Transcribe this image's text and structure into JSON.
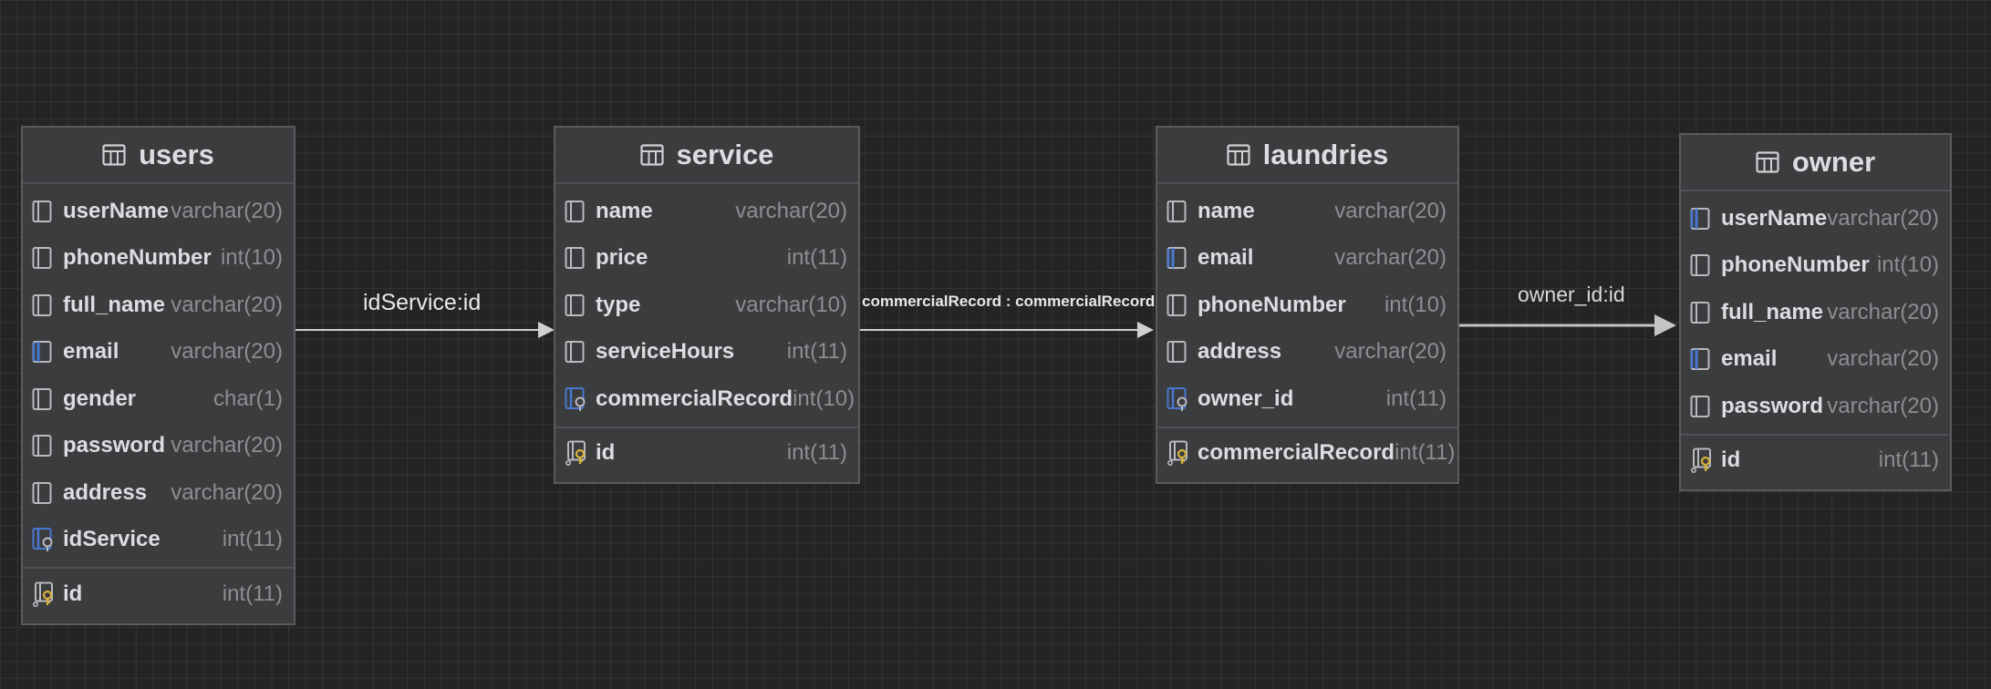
{
  "tables": [
    {
      "name": "users",
      "columns": [
        {
          "name": "userName",
          "type": "varchar(20)",
          "icon": "column-icon"
        },
        {
          "name": "phoneNumber",
          "type": "int(10)",
          "icon": "column-icon"
        },
        {
          "name": "full_name",
          "type": "varchar(20)",
          "icon": "column-icon"
        },
        {
          "name": "email",
          "type": "varchar(20)",
          "icon": "unique-column-icon"
        },
        {
          "name": "gender",
          "type": "char(1)",
          "icon": "column-icon"
        },
        {
          "name": "password",
          "type": "varchar(20)",
          "icon": "column-icon"
        },
        {
          "name": "address",
          "type": "varchar(20)",
          "icon": "column-icon"
        },
        {
          "name": "idService",
          "type": "int(11)",
          "icon": "foreign-key-column-icon"
        }
      ],
      "keys": [
        {
          "name": "id",
          "type": "int(11)",
          "icon": "primary-key-icon"
        }
      ]
    },
    {
      "name": "service",
      "columns": [
        {
          "name": "name",
          "type": "varchar(20)",
          "icon": "column-icon"
        },
        {
          "name": "price",
          "type": "int(11)",
          "icon": "column-icon"
        },
        {
          "name": "type",
          "type": "varchar(10)",
          "icon": "column-icon"
        },
        {
          "name": "serviceHours",
          "type": "int(11)",
          "icon": "column-icon"
        },
        {
          "name": "commercialRecord",
          "type": "int(10)",
          "icon": "foreign-key-column-icon"
        }
      ],
      "keys": [
        {
          "name": "id",
          "type": "int(11)",
          "icon": "primary-key-icon"
        }
      ]
    },
    {
      "name": "laundries",
      "columns": [
        {
          "name": "name",
          "type": "varchar(20)",
          "icon": "column-icon"
        },
        {
          "name": "email",
          "type": "varchar(20)",
          "icon": "unique-column-icon"
        },
        {
          "name": "phoneNumber",
          "type": "int(10)",
          "icon": "column-icon"
        },
        {
          "name": "address",
          "type": "varchar(20)",
          "icon": "column-icon"
        },
        {
          "name": "owner_id",
          "type": "int(11)",
          "icon": "foreign-key-column-icon"
        }
      ],
      "keys": [
        {
          "name": "commercialRecord",
          "type": "int(11)",
          "icon": "primary-key-icon"
        }
      ]
    },
    {
      "name": "owner",
      "columns": [
        {
          "name": "userName",
          "type": "varchar(20)",
          "icon": "unique-column-icon"
        },
        {
          "name": "phoneNumber",
          "type": "int(10)",
          "icon": "column-icon"
        },
        {
          "name": "full_name",
          "type": "varchar(20)",
          "icon": "column-icon"
        },
        {
          "name": "email",
          "type": "varchar(20)",
          "icon": "unique-column-icon"
        },
        {
          "name": "password",
          "type": "varchar(20)",
          "icon": "column-icon"
        }
      ],
      "keys": [
        {
          "name": "id",
          "type": "int(11)",
          "icon": "primary-key-icon"
        }
      ]
    }
  ],
  "relations": [
    {
      "label": "idService:id",
      "from": "users",
      "to": "service"
    },
    {
      "label": "commercialRecord : commercialRecord",
      "from": "service",
      "to": "laundries"
    },
    {
      "label": "owner_id:id",
      "from": "laundries",
      "to": "owner"
    }
  ],
  "colors": {
    "background": "#242424",
    "table_fill": "#3b3c3e",
    "table_border": "#5a5b5e",
    "field_name": "#dcdde0",
    "field_type": "#8d8e91",
    "unique_accent": "#4a78d0",
    "key_accent": "#d6b23a",
    "edge": "#d0d0d0"
  }
}
